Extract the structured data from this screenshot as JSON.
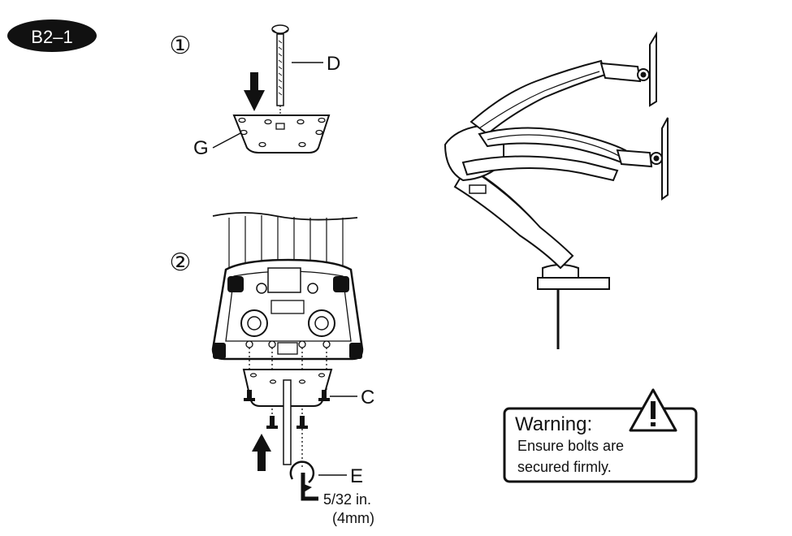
{
  "page_label": "B2–1",
  "steps": {
    "step1": "①",
    "step2": "②"
  },
  "parts": {
    "D": "D",
    "G": "G",
    "C": "C",
    "E": "E"
  },
  "tool": {
    "size_in": "5/32 in.",
    "size_mm": "(4mm)"
  },
  "warning": {
    "title": "Warning:",
    "line1": "Ensure bolts are",
    "line2": "secured firmly.",
    "icon": "exclamation-triangle-icon"
  },
  "colors": {
    "ink": "#111111",
    "badge_bg": "#111111",
    "badge_text": "#ffffff"
  }
}
